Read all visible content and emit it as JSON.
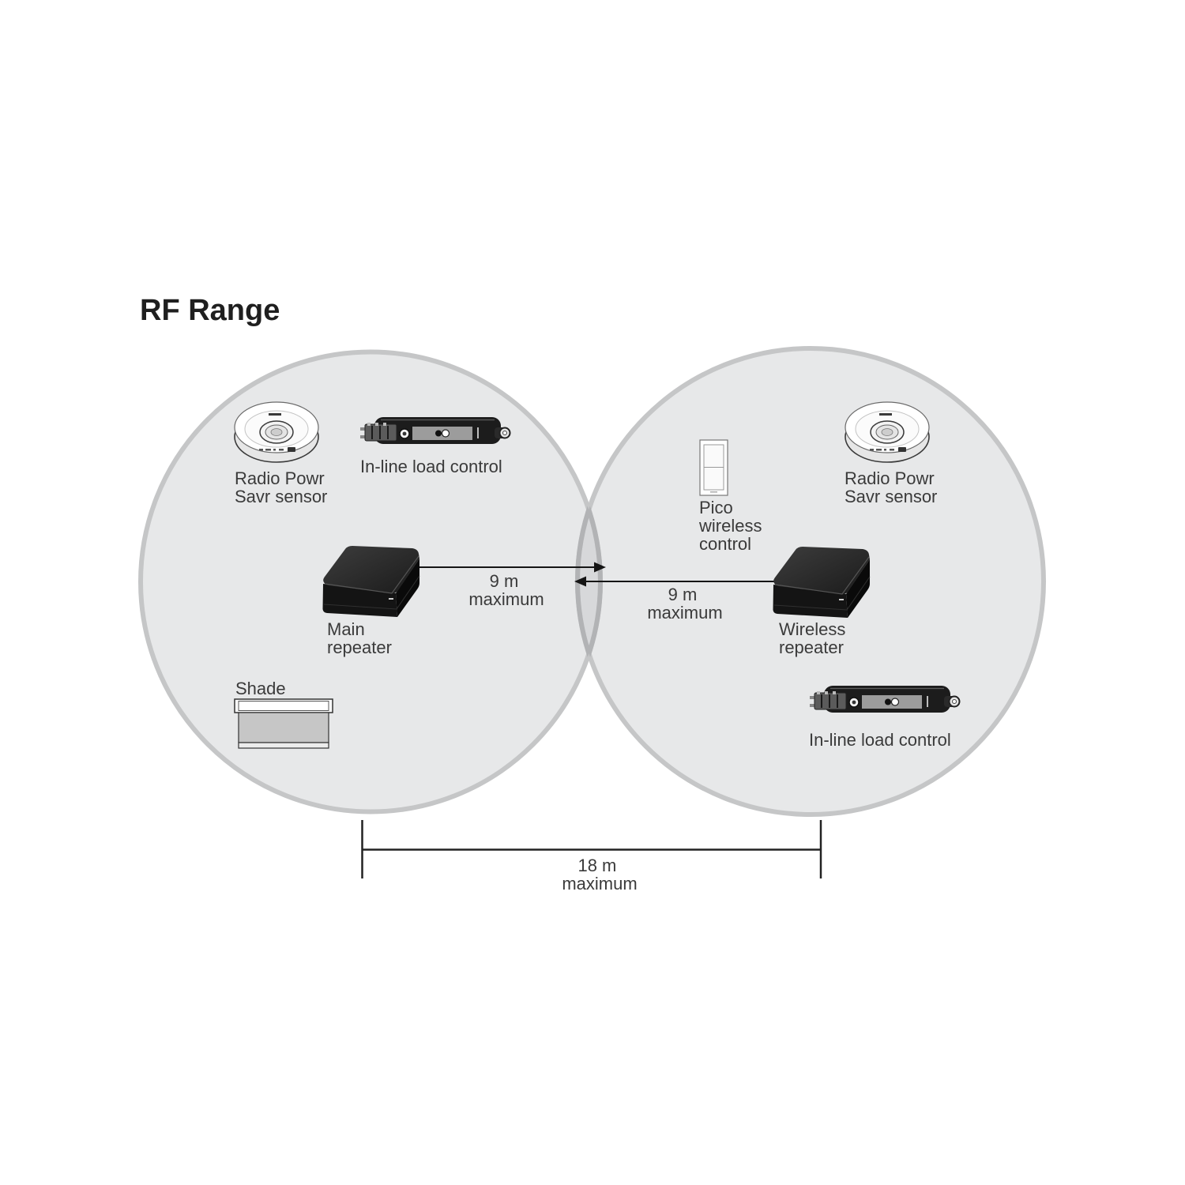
{
  "title": "RF Range",
  "colors": {
    "zone_fill": "#e7e8e9",
    "zone_overlap_fill": "#d7d8da",
    "zone_outline": "#c5c6c7",
    "zone_overlap_outline": "#b2b3b5"
  },
  "left_zone": {
    "sensor": {
      "icon": "occupancy-sensor-icon",
      "label": [
        "Radio Powr",
        "Savr sensor"
      ]
    },
    "load_control": {
      "icon": "inline-load-control-icon",
      "label": "In-line load control"
    },
    "repeater": {
      "icon": "repeater-icon",
      "label": [
        "Main",
        "repeater"
      ]
    },
    "shade": {
      "icon": "roller-shade-icon",
      "label": "Shade"
    }
  },
  "right_zone": {
    "pico": {
      "icon": "pico-remote-icon",
      "label": [
        "Pico",
        "wireless",
        "control"
      ]
    },
    "sensor": {
      "icon": "occupancy-sensor-icon",
      "label": [
        "Radio Powr",
        "Savr sensor"
      ]
    },
    "repeater": {
      "icon": "repeater-icon",
      "label": [
        "Wireless",
        "repeater"
      ]
    },
    "load_control": {
      "icon": "inline-load-control-icon",
      "label": "In-line load control"
    }
  },
  "links": [
    {
      "distance": "9 m",
      "qualifier": "maximum"
    },
    {
      "distance": "9 m",
      "qualifier": "maximum"
    }
  ],
  "span": {
    "distance": "18 m",
    "qualifier": "maximum"
  }
}
